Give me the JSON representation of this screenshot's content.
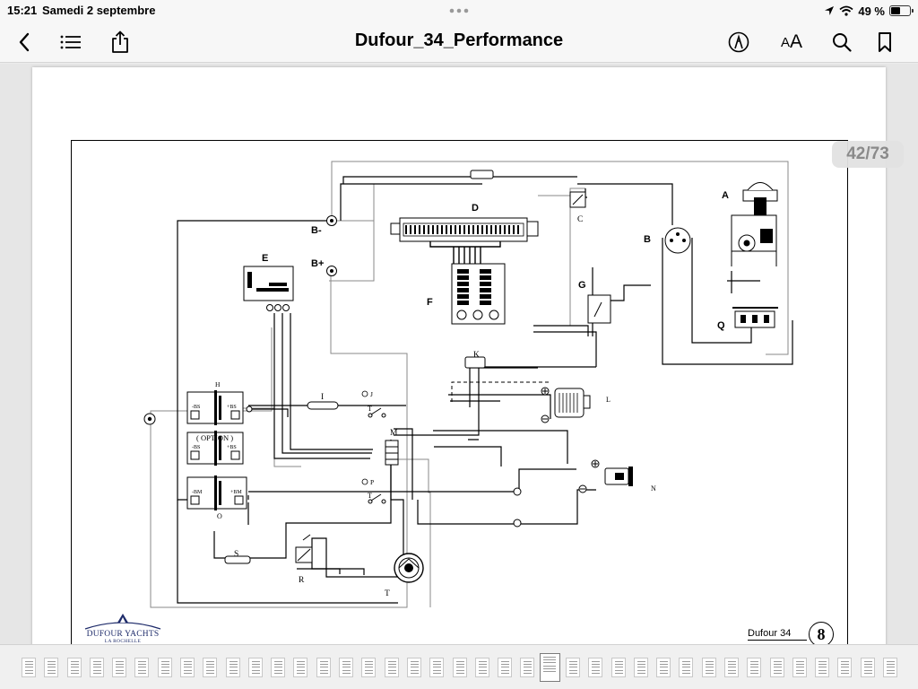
{
  "status": {
    "time": "15:21",
    "date": "Samedi 2 septembre",
    "battery_text": "49 %",
    "battery_level": 0.49
  },
  "toolbar": {
    "title": "Dufour_34_Performance",
    "back_icon": "chevron-left-icon",
    "outline_icon": "list-icon",
    "share_icon": "share-icon",
    "markup_icon": "markup-pen-icon",
    "text_size_small": "A",
    "text_size_big": "A",
    "search_icon": "search-icon",
    "bookmark_icon": "bookmark-icon"
  },
  "viewer": {
    "page_indicator": "42/73"
  },
  "page": {
    "diagram_labels": {
      "A": "A",
      "B": "B",
      "C": "C",
      "D": "D",
      "E": "E",
      "F": "F",
      "G": "G",
      "Q": "Q",
      "K": "K",
      "H": "H",
      "I": "I",
      "J": "J",
      "L": "L",
      "M": "M",
      "N": "N",
      "O": "O",
      "P": "P",
      "R": "R",
      "S": "S",
      "T_pump": "T",
      "T_j": "T",
      "T_p": "T",
      "b_minus": "B-",
      "b_plus": "B+",
      "option": "( OPTION )",
      "bs_minus_1": "-BS",
      "bs_plus_1": "+BS",
      "bs_minus_2": "-BS",
      "bs_plus_2": "+BS",
      "bm_minus": "-BM",
      "bm_plus": "+BM"
    },
    "logo_text": "DUFOUR YACHTS",
    "logo_sub": "LA ROCHELLE",
    "model_label": "Dufour 34",
    "page_number": "8"
  },
  "thumbnails": {
    "count": 39,
    "current_index": 23
  },
  "colors": {
    "bar_bg": "#f7f7f7",
    "page_counter_text": "#8a8a8a",
    "logo_blue": "#1e2b6a"
  }
}
